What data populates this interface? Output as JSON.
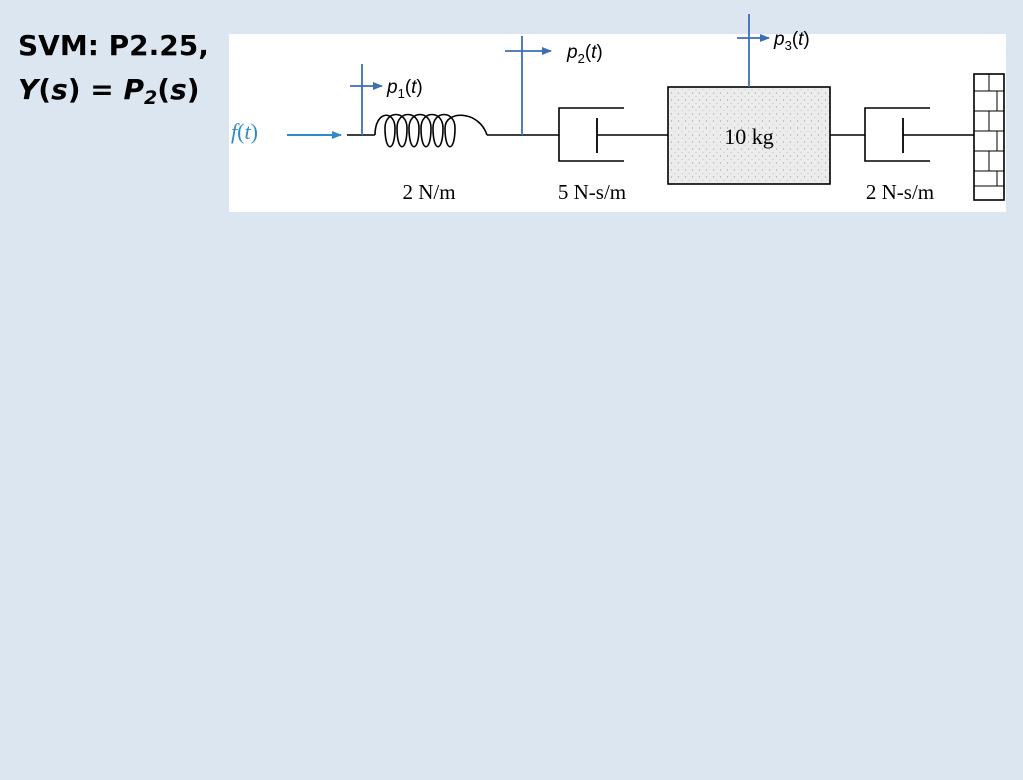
{
  "slide": {
    "title_line1": "SVM: P2.25,",
    "title_line2": {
      "y": "Y",
      "s1": "s",
      "eq": ") = ",
      "p": "P",
      "sub": "2",
      "s2": "s"
    }
  },
  "diagram": {
    "force_label": {
      "f": "f",
      "t": "t"
    },
    "displacement_labels": [
      {
        "p": "p",
        "sub": "1",
        "t": "t"
      },
      {
        "p": "p",
        "sub": "2",
        "t": "t"
      },
      {
        "p": "p",
        "sub": "3",
        "t": "t"
      }
    ],
    "spring_label": "2 N/m",
    "damper1_label": "5 N-s/m",
    "mass_label": "10 kg",
    "damper2_label": "2 N-s/m",
    "colors": {
      "force_arrow": "#2e8bc9",
      "displacement_arrow": "#3b6fb5",
      "mechanical": "#000000",
      "mass_fill": "#ececec",
      "background": "#dce6f1"
    }
  }
}
